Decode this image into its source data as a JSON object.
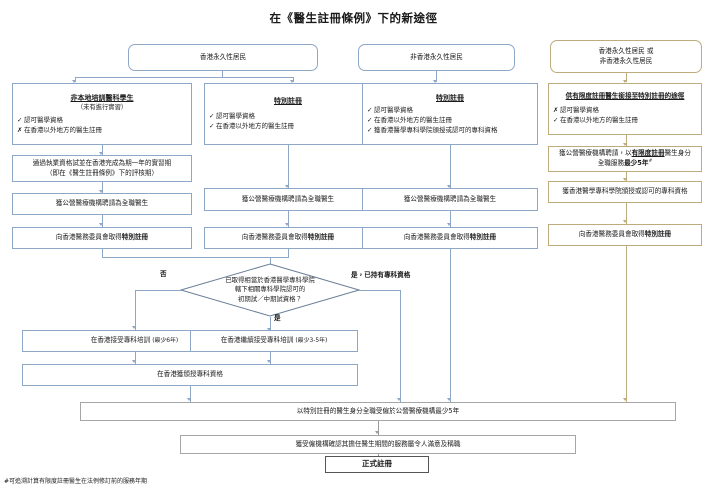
{
  "title": "在《醫生註冊條例》下的新途徑",
  "colors": {
    "blue_border": "#8ea7c6",
    "khaki_border": "#bdac7e",
    "grey_border": "#a6a6a6",
    "background": "#ffffff",
    "text": "#1a1a1a"
  },
  "top_categories": [
    {
      "id": "hk-permanent-resident",
      "label": "香港永久性居民",
      "accent": "blue"
    },
    {
      "id": "non-hk-permanent-resident",
      "label": "非香港永久性居民",
      "accent": "blue"
    },
    {
      "id": "either-residency",
      "line1": "香港永久性居民 或",
      "line2": "非香港永久性居民",
      "accent": "khaki"
    }
  ],
  "columns": [
    {
      "id": "non-local-medical-student",
      "accent": "blue",
      "header": "非本地培訓醫科學生",
      "subheader": "（未有進行實習）",
      "conditions": [
        {
          "mark": "✓",
          "text": "認可醫學資格"
        },
        {
          "mark": "✗",
          "text": "在香港以外地方的醫生註冊"
        }
      ],
      "steps": [
        {
          "id": "licensing-exam-internship",
          "line1": "通過執業資格試並在香港完成為期一年的實習期",
          "line2": "（即在《醫生註冊條例》下的評核期）"
        },
        {
          "id": "employed-full-time-public",
          "line1": "獲公營醫療機構聘請為全職醫生"
        },
        {
          "id": "obtain-special-registration",
          "prefix": "向香港醫務委員會取得",
          "bold": "特別註冊"
        }
      ]
    },
    {
      "id": "special-registration-hkpr",
      "accent": "blue",
      "header": "特別註冊",
      "subheader": "",
      "conditions": [
        {
          "mark": "✓",
          "text": "認可醫學資格"
        },
        {
          "mark": "✓",
          "text": "在香港以外地方的醫生註冊"
        }
      ],
      "steps": [
        {
          "id": "employed-full-time-public",
          "line1": "獲公營醫療機構聘請為全職醫生"
        },
        {
          "id": "obtain-special-registration",
          "prefix": "向香港醫務委員會取得",
          "bold": "特別註冊"
        }
      ]
    },
    {
      "id": "special-registration-non-hkpr",
      "accent": "blue",
      "header": "特別註冊",
      "subheader": "",
      "conditions": [
        {
          "mark": "✓",
          "text": "認可醫學資格"
        },
        {
          "mark": "✓",
          "text": "在香港以外地方的醫生註冊"
        },
        {
          "mark": "✓",
          "text": "獲香港醫學專科學院頒授或認可的專科資格"
        }
      ],
      "steps": [
        {
          "id": "employed-full-time-public",
          "line1": "獲公營醫療機構聘請為全職醫生"
        },
        {
          "id": "obtain-special-registration",
          "prefix": "向香港醫務委員會取得",
          "bold": "特別註冊"
        }
      ]
    },
    {
      "id": "limited-to-special-pathway",
      "accent": "khaki",
      "header": "供有限度註冊醫生銜接至特別註冊的途徑",
      "subheader": "",
      "conditions": [
        {
          "mark": "✗",
          "text": "認可醫學資格"
        },
        {
          "mark": "✓",
          "text": "在香港以外地方的醫生註冊"
        }
      ],
      "steps": [
        {
          "id": "limited-registration-service",
          "seg1": "獲公營醫療機構聘請，以",
          "seg_bold_u": "有限度註冊",
          "seg2": "醫生身分",
          "seg3": "全職服務",
          "seg_bold2": "最少5年",
          "footnote_mark": "#"
        },
        {
          "id": "specialist-qualification",
          "line1": "獲香港醫學專科學院頒授或認可的專科資格"
        },
        {
          "id": "obtain-special-registration",
          "prefix": "向香港醫務委員會取得",
          "bold": "特別註冊"
        }
      ]
    }
  ],
  "decision": {
    "id": "intermediate-exam-check",
    "line1": "已取得相當於香港醫學專科學院",
    "line2": "轄下相關專科學院認可的",
    "line3": "初期試／中期試資格？",
    "branch_no": "否",
    "branch_yes": "是",
    "branch_yes_specialist": "是，已持有專科資格"
  },
  "training": [
    {
      "id": "specialist-training-6y",
      "prefix": "在香港接受專科培訓",
      "paren": "(最少6年)"
    },
    {
      "id": "continue-specialist-training",
      "prefix": "在香港繼續接受專科培訓",
      "paren": "(最少3-5年)"
    }
  ],
  "award": {
    "id": "awarded-specialist-qualification",
    "label": "在香港獲頒授專科資格"
  },
  "bottom_steps": [
    {
      "id": "five-years-special-registration",
      "label": "以特別註冊的醫生身分全職受僱於公營醫療機構最少5年"
    },
    {
      "id": "employer-confirmation",
      "label": "獲受僱機構確認其擔任醫生期間的服務屬令人滿意及稱職"
    }
  ],
  "final": {
    "id": "full-registration",
    "label": "正式註冊"
  },
  "footnote": "#可追溯計算有限度註冊醫生在法例修訂前的服務年期"
}
